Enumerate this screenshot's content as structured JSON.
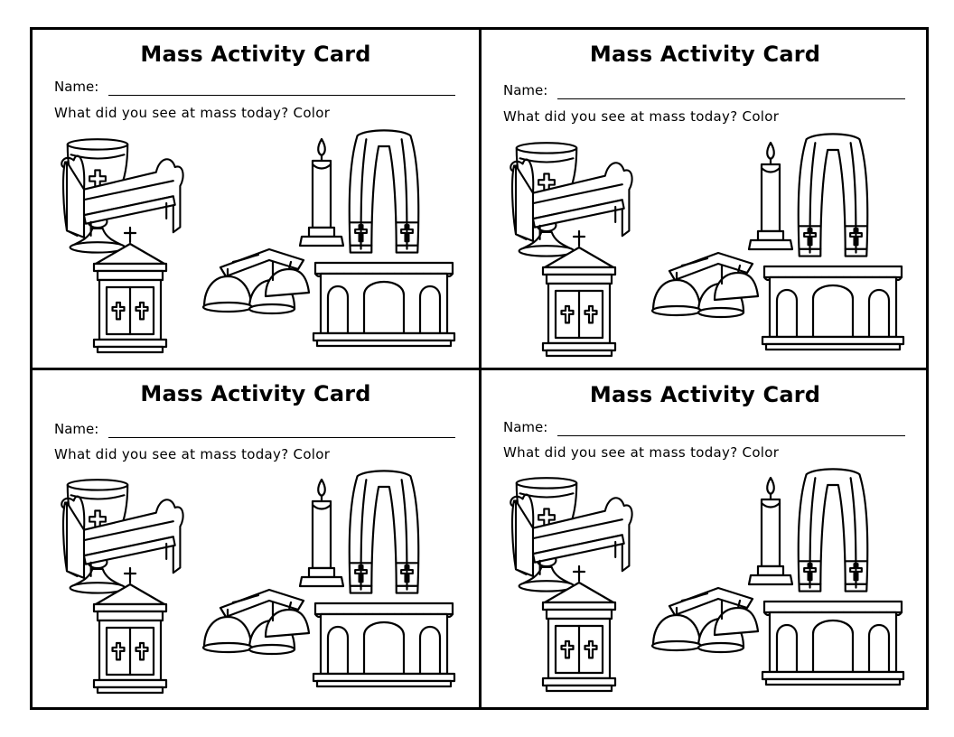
{
  "cards": [
    {
      "title": "Mass Activity Card",
      "name_label": "Name:",
      "prompt": "What did you see at mass today? Color",
      "items": [
        "chalice-icon",
        "pew-icon",
        "candle-icon",
        "stole-icon",
        "tabernacle-icon",
        "altar-bells-icon",
        "altar-icon"
      ]
    },
    {
      "title": "Mass Activity Card",
      "name_label": "Name:",
      "prompt": "What did you see at mass today? Color",
      "items": [
        "chalice-icon",
        "pew-icon",
        "candle-icon",
        "stole-icon",
        "tabernacle-icon",
        "altar-bells-icon",
        "altar-icon"
      ]
    },
    {
      "title": "Mass Activity Card",
      "name_label": "Name:",
      "prompt": "What did you see at mass today? Color",
      "items": [
        "chalice-icon",
        "pew-icon",
        "candle-icon",
        "stole-icon",
        "tabernacle-icon",
        "altar-bells-icon",
        "altar-icon"
      ]
    },
    {
      "title": "Mass Activity Card",
      "name_label": "Name:",
      "prompt": "What did you see at mass today? Color",
      "items": [
        "chalice-icon",
        "pew-icon",
        "candle-icon",
        "stole-icon",
        "tabernacle-icon",
        "altar-bells-icon",
        "altar-icon"
      ]
    }
  ]
}
